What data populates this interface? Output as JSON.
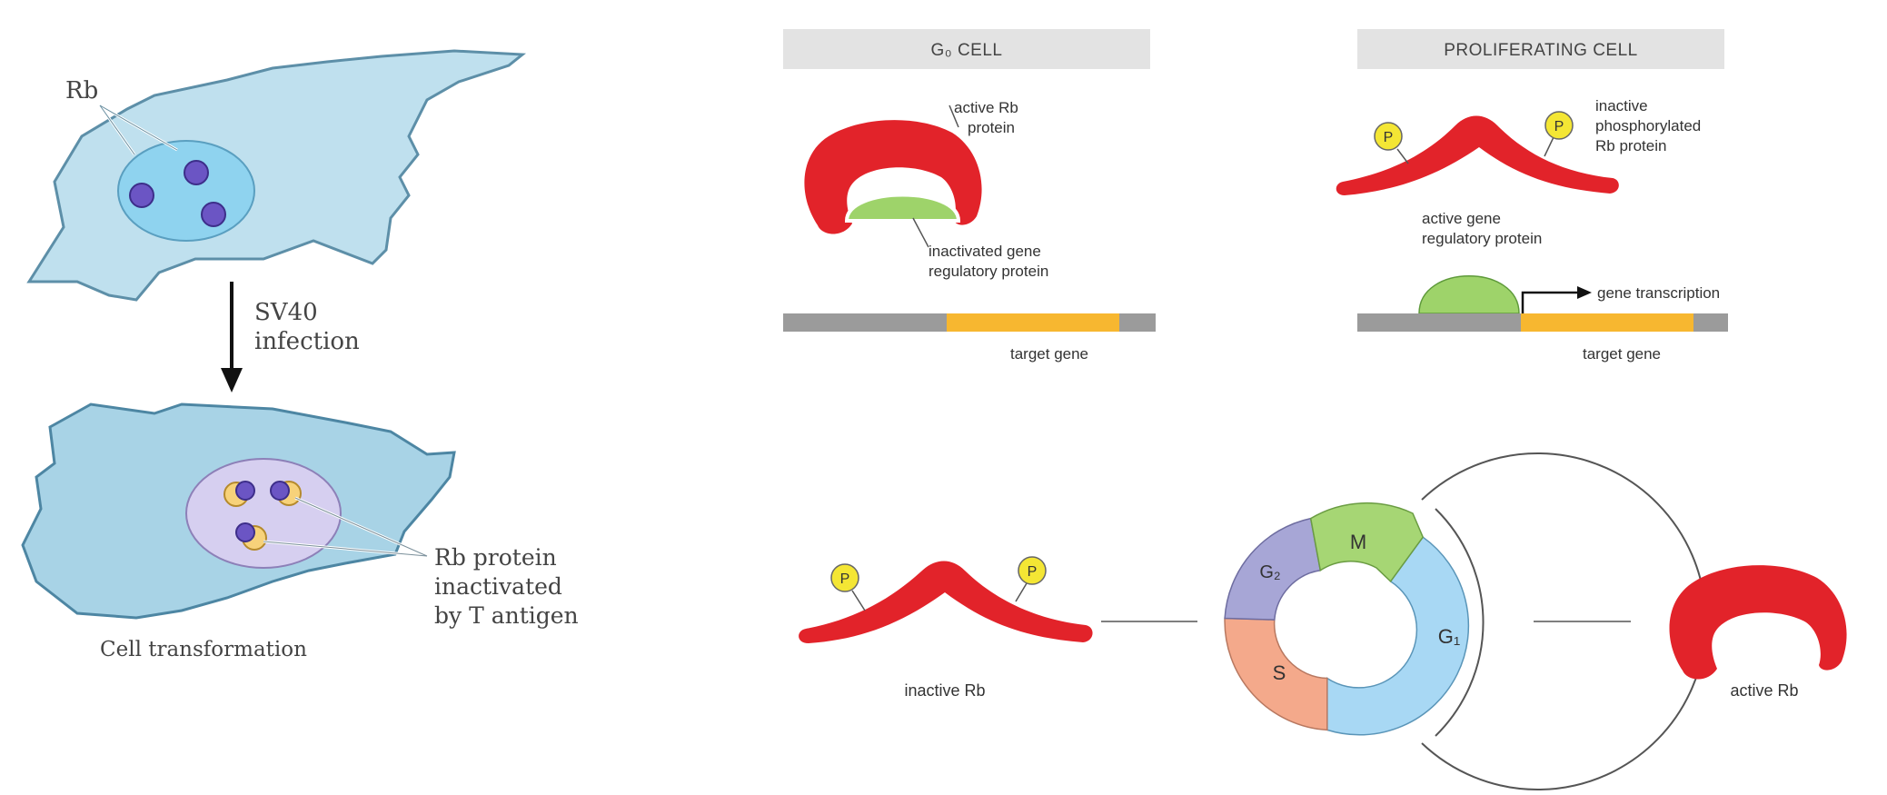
{
  "left_panel": {
    "rb_label": "Rb",
    "arrow_label_line1": "SV40",
    "arrow_label_line2": "infection",
    "callout_line1": "Rb protein",
    "callout_line2": "inactivated",
    "callout_line3": "by T antigen",
    "caption": "Cell transformation"
  },
  "g0_panel": {
    "header": "G₀ CELL",
    "active_rb_line1": "active Rb",
    "active_rb_line2": "protein",
    "inact_line1": "inactivated gene",
    "inact_line2": "regulatory protein",
    "target_gene": "target gene"
  },
  "prolif_panel": {
    "header": "PROLIFERATING CELL",
    "phospho_line1": "inactive",
    "phospho_line2": "phosphorylated",
    "phospho_line3": "Rb protein",
    "p_label": "P",
    "active_gene_line1": "active gene",
    "active_gene_line2": "regulatory protein",
    "transcription": "gene transcription",
    "target_gene": "target gene"
  },
  "cycle_panel": {
    "inactive_rb": "inactive Rb",
    "active_rb": "active Rb",
    "p_label": "P",
    "phases": {
      "m": "M",
      "g2": "G₂",
      "s": "S",
      "g1": "G₁"
    }
  },
  "colors": {
    "rb_red": "#e2232a",
    "green_protein": "#9ed36a",
    "phospho_yellow": "#f4e634",
    "gene_yellow": "#f7b730",
    "dna_gray": "#9b9b9b",
    "cell_blue": "#bfe0ee",
    "cell_blue_dark": "#a8d3e6",
    "nucleus_blue": "#8fd3ef",
    "nucleus_lilac": "#d6cff0",
    "phase_g1": "#a8d8f4",
    "phase_s": "#f4a98b",
    "phase_g2": "#a7a6d6",
    "phase_m": "#a6d674"
  }
}
